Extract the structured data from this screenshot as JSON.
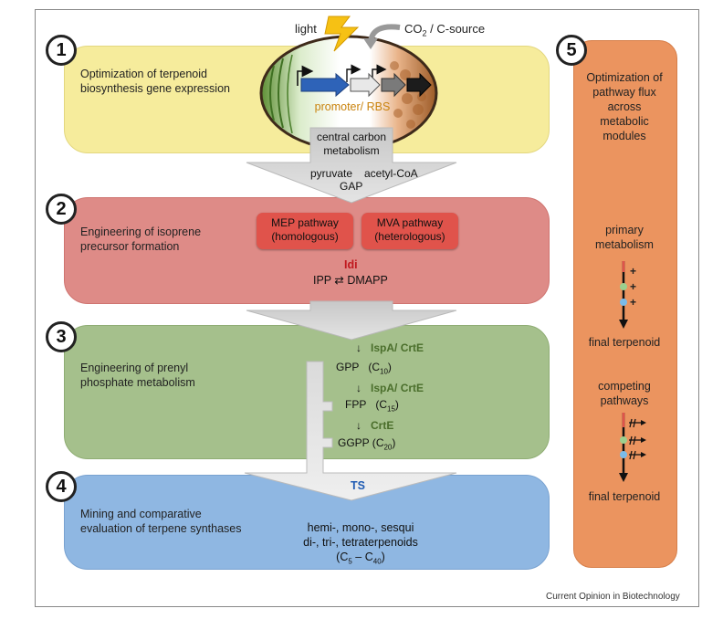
{
  "top": {
    "light": "light",
    "co2": "CO",
    "co2_sub": "2",
    "co2_rest": " / C-source",
    "promoter": "promoter/ RBS"
  },
  "panel1": {
    "number": "1",
    "title_l1": "Optimization of terpenoid",
    "title_l2": "biosynthesis gene expression",
    "center_l1": "central carbon",
    "center_l2": "metabolism",
    "pyruvate": "pyruvate",
    "acetyl": "acetyl-CoA",
    "gap": "GAP"
  },
  "panel2": {
    "number": "2",
    "title_l1": "Engineering of isoprene",
    "title_l2": "precursor formation",
    "mep_l1": "MEP pathway",
    "mep_l2": "(homologous)",
    "mva_l1": "MVA pathway",
    "mva_l2": "(heterologous)",
    "idi": "Idi",
    "ipp": "IPP ⇄ DMAPP"
  },
  "panel3": {
    "number": "3",
    "title_l1": "Engineering of prenyl",
    "title_l2": "phosphate metabolism",
    "enz1": "IspA/ CrtE",
    "gpp": "GPP",
    "c10": "C",
    "c10_sub": "10",
    "enz2": "IspA/ CrtE",
    "fpp": "FPP",
    "c15": "C",
    "c15_sub": "15",
    "enz3": "CrtE",
    "ggpp": "GGPP",
    "c20": "C",
    "c20_sub": "20"
  },
  "panel4": {
    "number": "4",
    "title_l1": "Mining and comparative",
    "title_l2": "evaluation of terpene synthases",
    "ts": "TS",
    "prod_l1": "hemi-, mono-, sesqui",
    "prod_l2": "di-, tri-, tetraterpenoids",
    "range_a": "C",
    "range_a_sub": "5",
    "range_dash": " – ",
    "range_b": "C",
    "range_b_sub": "40"
  },
  "panel5": {
    "number": "5",
    "title_l1": "Optimization of",
    "title_l2": "pathway flux",
    "title_l3": "across",
    "title_l4": "metabolic",
    "title_l5": "modules",
    "primary_l1": "primary",
    "primary_l2": "metabolism",
    "plus": "+",
    "final1": "final terpenoid",
    "competing_l1": "competing",
    "competing_l2": "pathways",
    "final2": "final terpenoid"
  },
  "footer": "Current Opinion in Biotechnology",
  "colors": {
    "yellow": "#f6ec9c",
    "red": "#de8b87",
    "green": "#a5c08c",
    "blue": "#8fb7e2",
    "orange": "#eb945f"
  }
}
